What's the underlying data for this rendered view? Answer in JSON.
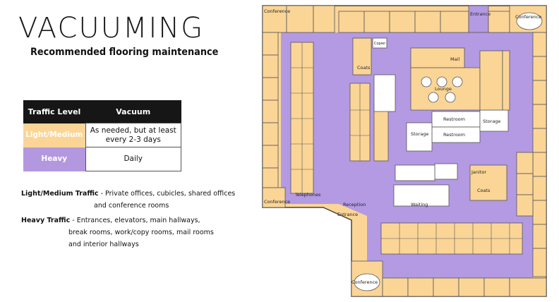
{
  "title": "VACUUMING",
  "subtitle": "Recommended flooring maintenance",
  "legend_table": {
    "headers": [
      "Traffic Level",
      "Vacuum"
    ],
    "rows": [
      {
        "level": "Light/Medium",
        "vacuum": "As needed, but at least every 2-3 days",
        "color": "#fbd596"
      },
      {
        "level": "Heavy",
        "vacuum": "Daily",
        "color": "#b398e0"
      }
    ]
  },
  "descriptions": {
    "light": {
      "term": "Light/Medium Traffic",
      "line1": " - Private offices, cubicles, shared offices",
      "line2": "and conference rooms"
    },
    "heavy": {
      "term": "Heavy Traffic",
      "line1": " - Entrances, elevators, main hallways,",
      "line2": "break rooms, work/copy rooms, mail rooms",
      "line3": "and interior hallways"
    }
  },
  "floor_plan_labels": {
    "conference_tl": "Conference",
    "entrance_top": "Entrance",
    "conference_tr": "Conference",
    "copier": "Copier",
    "coats_1": "Coats",
    "mail": "Mail",
    "lounge": "Lounge",
    "restroom_1": "Restroom",
    "restroom_2": "Restroom",
    "storage_1": "Storage",
    "storage_2": "Storage",
    "janitor": "Janitor",
    "coats_2": "Coats",
    "telephones": "Telephones",
    "conference_ml": "Conference",
    "reception": "Reception",
    "waiting": "Waiting",
    "entrance_bottom": "Entrance",
    "conference_bottom": "Conference"
  },
  "colors": {
    "light_medium": "#fbd596",
    "heavy": "#b398e0",
    "header": "#161616"
  }
}
